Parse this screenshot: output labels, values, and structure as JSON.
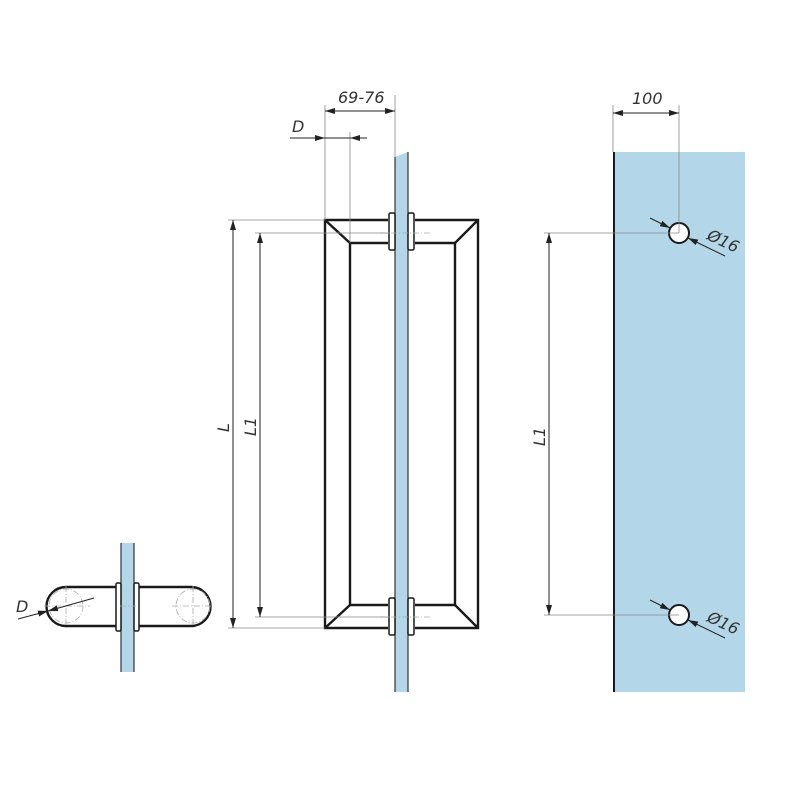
{
  "colors": {
    "glass": "#b3d6e8",
    "line": "#1a1a1a"
  },
  "side_view": {
    "diameter_label": "D"
  },
  "front_view": {
    "projection_label": "69-76",
    "diameter_label": "D",
    "length_label": "L",
    "center_distance_label": "L1"
  },
  "glass_panel": {
    "edge_offset_label": "100",
    "center_distance_label": "L1",
    "hole_top_label": "Ø16",
    "hole_bottom_label": "Ø16"
  }
}
